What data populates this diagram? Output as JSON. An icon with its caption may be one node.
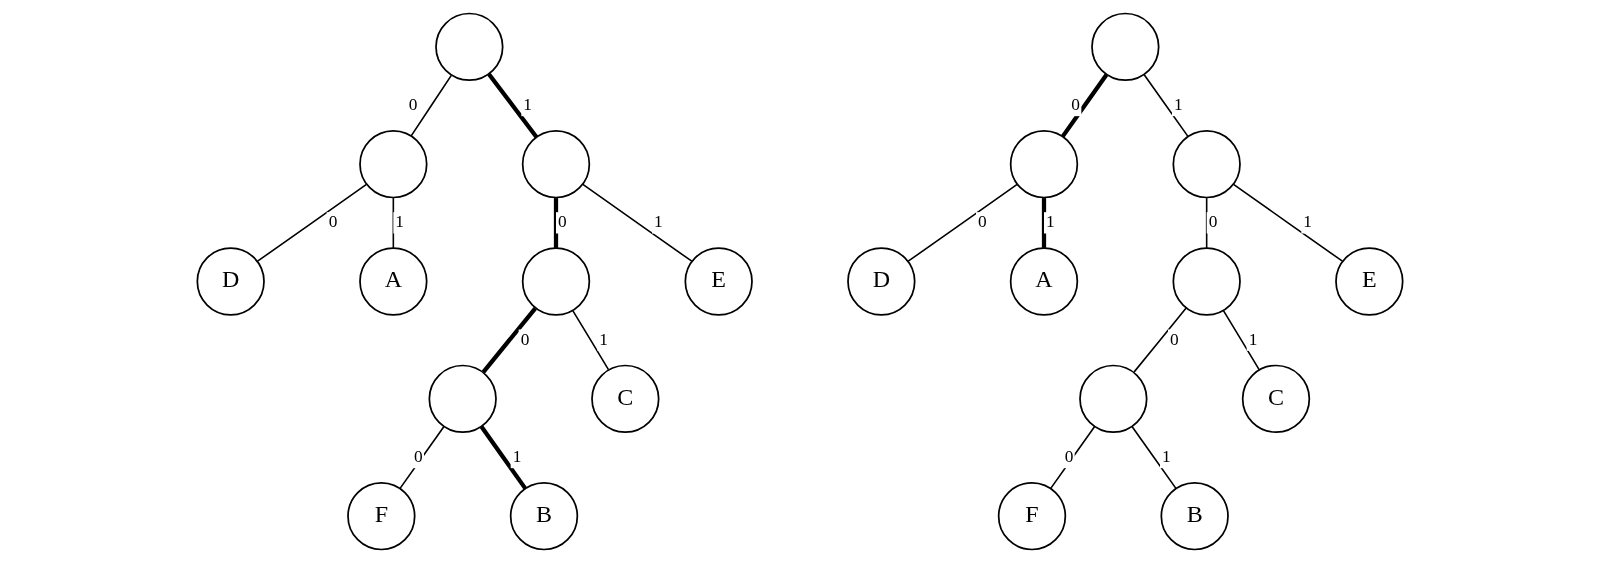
{
  "diagram": {
    "nodes": [
      {
        "text": [],
        "shape": "circle"
      },
      {
        "text": [],
        "shape": "circle"
      },
      {
        "text": [],
        "shape": "circle"
      },
      {
        "text": [
          "D"
        ]
      },
      {
        "text": [
          "A"
        ]
      },
      {
        "text": [],
        "shape": "circle"
      },
      {
        "text": [
          "E"
        ]
      },
      {
        "text": [],
        "shape": "circle"
      },
      {
        "text": [
          "C"
        ]
      },
      {
        "text": [
          "F"
        ]
      },
      {
        "text": [
          "B"
        ]
      },
      {
        "text": [],
        "shape": "circle"
      },
      {
        "text": [],
        "shape": "circle"
      },
      {
        "text": [],
        "shape": "circle"
      },
      {
        "text": [
          "D"
        ]
      },
      {
        "text": [
          "A"
        ]
      },
      {
        "text": [],
        "shape": "circle"
      },
      {
        "text": [
          "E"
        ]
      },
      {
        "text": [],
        "shape": "circle"
      },
      {
        "text": [
          "C"
        ]
      },
      {
        "text": [
          "F"
        ]
      },
      {
        "text": [
          "B"
        ]
      }
    ],
    "edges": [
      {
        "from": 0,
        "to": 1,
        "arrow": "none",
        "label": "0"
      },
      {
        "from": 0,
        "to": 2,
        "arrow": "none",
        "label": "1",
        "style": "thick"
      },
      {
        "from": 1,
        "to": 3,
        "arrow": "none",
        "label": "0"
      },
      {
        "from": 1,
        "to": 4,
        "arrow": "none",
        "label": "1"
      },
      {
        "from": 2,
        "to": 5,
        "arrow": "none",
        "label": "0",
        "style": "thick"
      },
      {
        "from": 2,
        "to": 6,
        "arrow": "none",
        "label": "1"
      },
      {
        "from": 5,
        "to": 7,
        "arrow": "none",
        "label": "0",
        "style": "thick"
      },
      {
        "from": 5,
        "to": 8,
        "arrow": "none",
        "label": "1"
      },
      {
        "from": 7,
        "to": 9,
        "arrow": "none",
        "label": "0"
      },
      {
        "from": 7,
        "to": 10,
        "arrow": "none",
        "label": "1",
        "style": "thick"
      },
      {
        "from": 11,
        "to": 12,
        "arrow": "none",
        "label": "0",
        "style": "thick"
      },
      {
        "from": 11,
        "to": 13,
        "arrow": "none",
        "label": "1"
      },
      {
        "from": 12,
        "to": 14,
        "arrow": "none",
        "label": "0"
      },
      {
        "from": 12,
        "to": 15,
        "arrow": "none",
        "label": "1",
        "style": "thick"
      },
      {
        "from": 13,
        "to": 16,
        "arrow": "none",
        "label": "0"
      },
      {
        "from": 13,
        "to": 17,
        "arrow": "none",
        "label": "1"
      },
      {
        "from": 16,
        "to": 18,
        "arrow": "none",
        "label": "0"
      },
      {
        "from": 16,
        "to": 19,
        "arrow": "none",
        "label": "1"
      },
      {
        "from": 18,
        "to": 20,
        "arrow": "none",
        "label": "0"
      },
      {
        "from": 18,
        "to": 21,
        "arrow": "none",
        "label": "1"
      }
    ]
  }
}
